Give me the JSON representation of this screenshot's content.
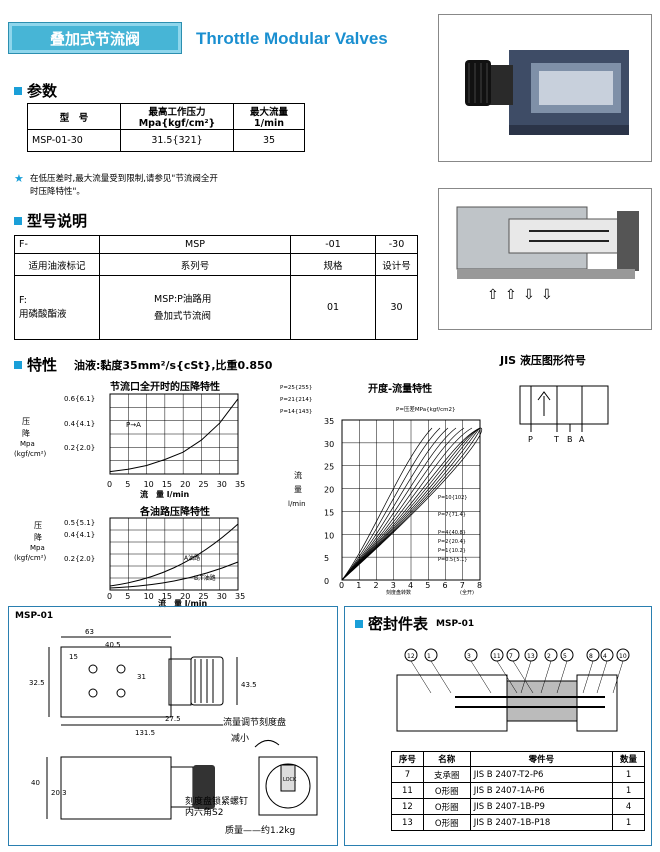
{
  "header": {
    "title_cn": "叠加式节流阀",
    "title_en": "Throttle Modular Valves"
  },
  "params": {
    "heading": "参数",
    "cols": [
      "型　号",
      "最高工作压力\nMpa{kgf/cm²}",
      "最大流量\n1/min"
    ],
    "row": [
      "MSP-01-30",
      "31.5{321}",
      "35"
    ],
    "note": "在低压差时,最大流量受到限制,请参见\"节流阀全开时压降特性\"。"
  },
  "model": {
    "heading": "型号说明",
    "codes": [
      "F-",
      "MSP",
      "-01",
      "-30"
    ],
    "labels": [
      "适用油液标记",
      "系列号",
      "规格",
      "设计号"
    ],
    "desc": [
      "F:\n用磷酸酯液",
      "MSP:P油路用\n叠加式节流阀",
      "01",
      "30"
    ]
  },
  "chars": {
    "heading": "特性",
    "oil": "油液:黏度35mm²/s{cSt},比重0.850",
    "jis": "JIS 液压图形符号",
    "jis_ports": [
      "P",
      "T",
      "B",
      "A"
    ]
  },
  "graph1": {
    "title": "节流口全开时的压降特性",
    "ylabel": [
      "压",
      "降",
      "Mpa",
      "(kgf/cm²)"
    ],
    "yticks": [
      "0.6{6.1}",
      "0.4{4.1}",
      "0.2{2.0}"
    ],
    "xticks": [
      "0",
      "5",
      "10",
      "15",
      "20",
      "25",
      "30",
      "35"
    ],
    "xlabel": "流　量 l/min",
    "curve": [
      [
        0,
        0.02
      ],
      [
        5,
        0.04
      ],
      [
        10,
        0.07
      ],
      [
        15,
        0.12
      ],
      [
        20,
        0.18
      ],
      [
        25,
        0.28
      ],
      [
        30,
        0.42
      ],
      [
        35,
        0.62
      ]
    ],
    "curve_label": "P→A"
  },
  "graph2": {
    "title": "各油路压降特性",
    "ylabel": [
      "压",
      "降",
      "Mpa",
      "(kgf/cm²)"
    ],
    "yticks": [
      "0.5{5.1}",
      "0.4{4.1}",
      "0.2{2.0}"
    ],
    "xticks": [
      "0",
      "5",
      "10",
      "15",
      "20",
      "25",
      "30",
      "35"
    ],
    "xlabel": "流　量 l/min",
    "labels": [
      "A油路",
      "B,T油路"
    ]
  },
  "graph3": {
    "title": "开度-流量特性",
    "legend": [
      "P=25{255}",
      "P=21{214}",
      "P=14{143}"
    ],
    "plabel": "P=压差MPa{kgf/cm2}",
    "ylabel": [
      "流",
      "量",
      "l/min"
    ],
    "yticks": [
      "35",
      "30",
      "25",
      "20",
      "15",
      "10",
      "5",
      "0"
    ],
    "xticks": [
      "0",
      "1",
      "2",
      "3",
      "4",
      "5",
      "6",
      "7",
      "8"
    ],
    "xlabel": "刻度盘转数",
    "xlabel2": "(全开)",
    "curve_labels": [
      "P=10{102}",
      "P=7{71.4}",
      "P=4{40.8}",
      "P=2{20.4}",
      "P=1{10.2}",
      "P=0.5{5.1}"
    ]
  },
  "dims": {
    "heading": "MSP-01",
    "d63": "63",
    "d405": "40.5",
    "d15": "15",
    "d325": "32.5",
    "d31": "31",
    "d435": "43.5",
    "d275": "27.5",
    "d1315": "131.5",
    "d40": "40",
    "d203": "20.3",
    "dial_label": "流量调节刻度盘",
    "reduce": "减小",
    "lock_label": "刻度盘锁紧螺钉\n内六角S2",
    "lock": "LOCK",
    "mass": "质量——约1.2kg"
  },
  "seals": {
    "heading": "密封件表",
    "model": "MSP-01",
    "callouts": [
      "12",
      "1",
      "3",
      "11",
      "7",
      "13",
      "2",
      "5",
      "8",
      "4",
      "10"
    ],
    "cols": [
      "序号",
      "名称",
      "零件号",
      "数量"
    ],
    "rows": [
      [
        "7",
        "支承圈",
        "JIS B 2407-T2-P6",
        "1"
      ],
      [
        "11",
        "O形圈",
        "JIS B 2407-1A-P6",
        "1"
      ],
      [
        "12",
        "O形圈",
        "JIS B 2407-1B-P9",
        "4"
      ],
      [
        "13",
        "O形圈",
        "JIS B 2407-1B-P18",
        "1"
      ]
    ]
  }
}
